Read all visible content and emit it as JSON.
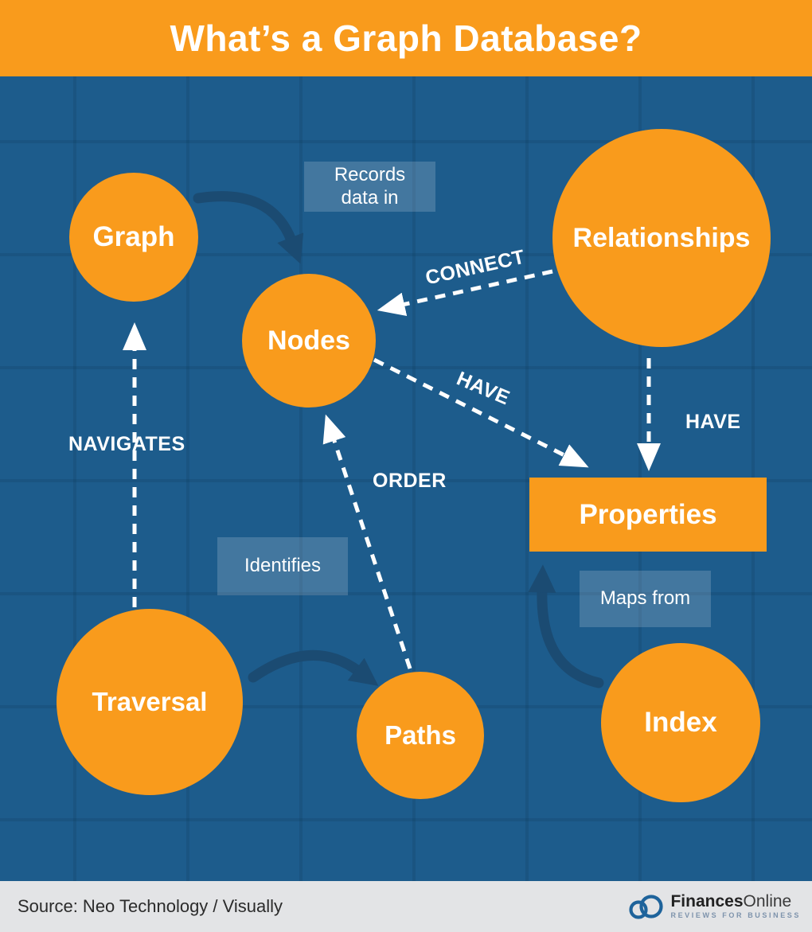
{
  "title": "What’s a Graph Database?",
  "diagram": {
    "nodes": {
      "graph": {
        "label": "Graph",
        "shape": "circle"
      },
      "nodes": {
        "label": "Nodes",
        "shape": "circle"
      },
      "relationships": {
        "label": "Relationships",
        "shape": "circle"
      },
      "properties": {
        "label": "Properties",
        "shape": "rectangle"
      },
      "traversal": {
        "label": "Traversal",
        "shape": "circle"
      },
      "paths": {
        "label": "Paths",
        "shape": "circle"
      },
      "index": {
        "label": "Index",
        "shape": "circle"
      }
    },
    "edge_labels": {
      "records_data_in": "Records data in",
      "connect": "CONNECT",
      "have_nodes_properties": "HAVE",
      "have_relationships_properties": "HAVE",
      "navigates": "NAVIGATES",
      "order": "ORDER",
      "identifies": "Identifies",
      "maps_from": "Maps from"
    },
    "edges": [
      {
        "from": "graph",
        "to": "nodes",
        "label": "Records data in",
        "style": "solid-curved"
      },
      {
        "from": "relationships",
        "to": "nodes",
        "label": "CONNECT",
        "style": "dashed"
      },
      {
        "from": "nodes",
        "to": "properties",
        "label": "HAVE",
        "style": "dashed"
      },
      {
        "from": "relationships",
        "to": "properties",
        "label": "HAVE",
        "style": "dashed"
      },
      {
        "from": "traversal",
        "to": "graph",
        "label": "NAVIGATES",
        "style": "dashed"
      },
      {
        "from": "paths",
        "to": "nodes",
        "label": "ORDER",
        "style": "dashed"
      },
      {
        "from": "traversal",
        "to": "paths",
        "label": "Identifies",
        "style": "solid-curved"
      },
      {
        "from": "index",
        "to": "properties",
        "label": "Maps from",
        "style": "solid-curved"
      }
    ]
  },
  "footer": {
    "source": "Source: Neo Technology / Visually",
    "logo": {
      "brand_bold": "Finances",
      "brand_light": "Online",
      "tagline": "REVIEWS FOR BUSINESS"
    }
  },
  "colors": {
    "orange": "#F99B1C",
    "background_blue": "#1D5C8C",
    "arrow_dark_blue": "#1B4B72",
    "label_box_blue": "#45769E",
    "footer_gray": "#E3E4E6",
    "logo_blue": "#1E639B"
  }
}
